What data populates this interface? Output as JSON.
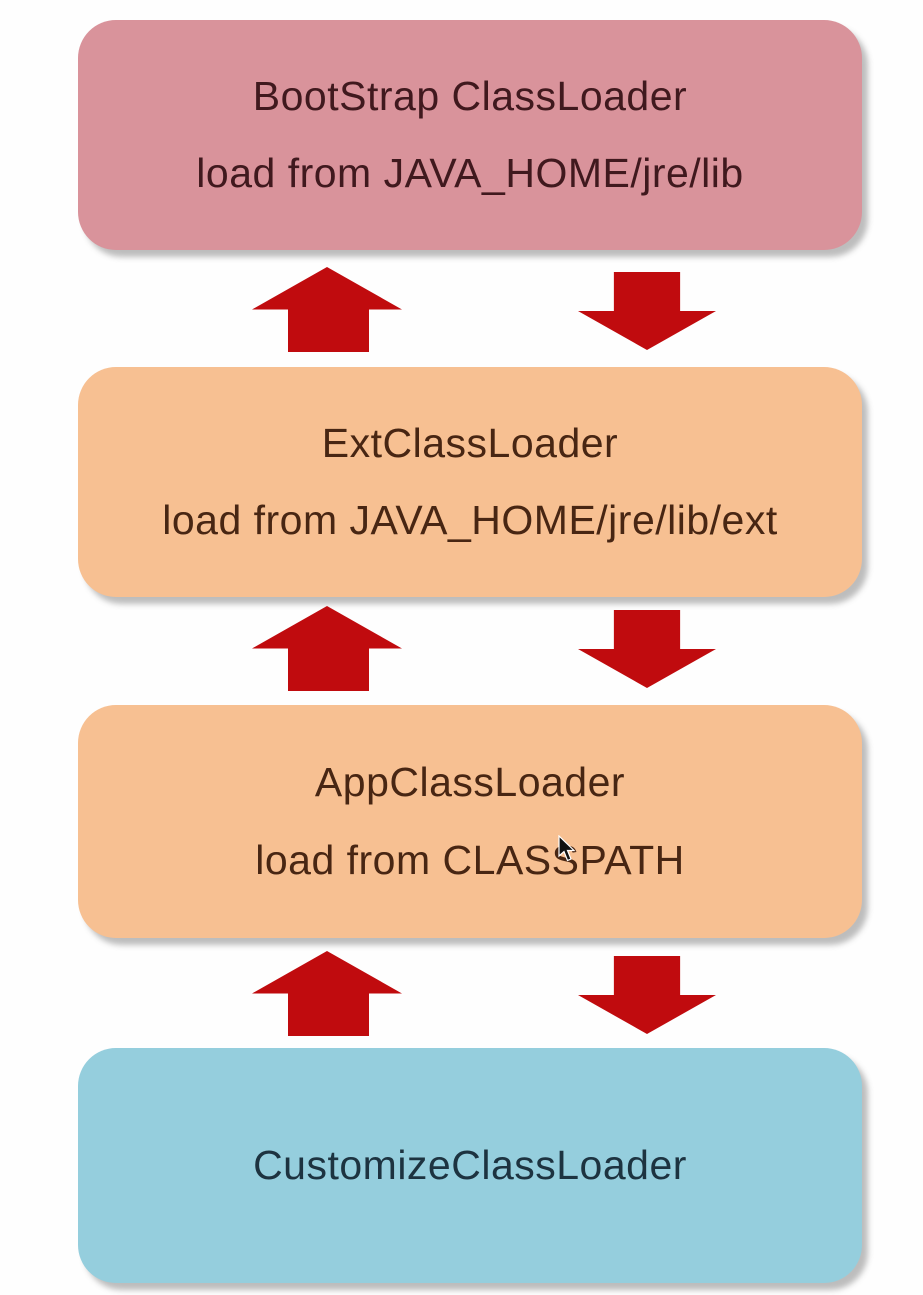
{
  "diagram": {
    "subject": "Java ClassLoader delegation hierarchy",
    "boxes": [
      {
        "id": "bootstrap",
        "line1": "BootStrap ClassLoader",
        "line2": "load from JAVA_HOME/jre/lib",
        "fill_color": "#d9939b",
        "text_color": "#40191e"
      },
      {
        "id": "ext",
        "line1": "ExtClassLoader",
        "line2": "load from JAVA_HOME/jre/lib/ext",
        "fill_color": "#f7c092",
        "text_color": "#482613"
      },
      {
        "id": "app",
        "line1": "AppClassLoader",
        "line2": "load from CLASSPATH",
        "fill_color": "#f7c092",
        "text_color": "#482613"
      },
      {
        "id": "customize",
        "line1": "CustomizeClassLoader",
        "line2": "",
        "fill_color": "#95cedd",
        "text_color": "#1d3340"
      }
    ],
    "arrows": {
      "color": "#c00b0e",
      "pattern": "between each adjacent pair of boxes: one up-arrow on the left, one down-arrow on the right"
    },
    "cursor": {
      "visible": true,
      "over_text": "CLASSPATH"
    },
    "background_color": "#ffffff"
  }
}
